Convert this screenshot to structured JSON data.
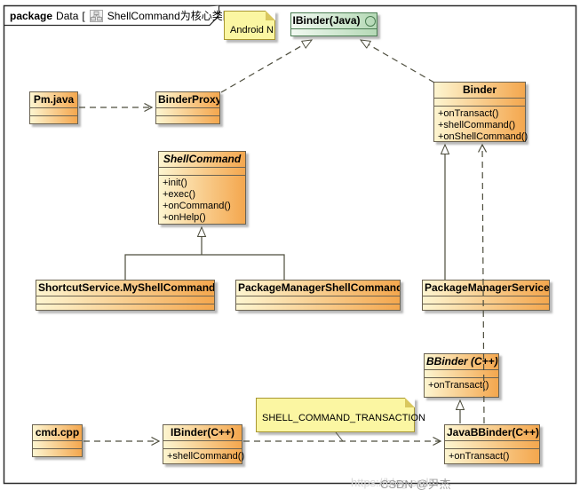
{
  "frame": {
    "keyword": "package",
    "name": "Data",
    "bracket_open": "[",
    "diagram_title": "ShellCommand为核心类图",
    "bracket_close": "]"
  },
  "notes": {
    "android": "Android N",
    "transaction": "SHELL_COMMAND_TRANSACTION"
  },
  "classes": {
    "ibinder_java": {
      "name": "IBinder(Java)"
    },
    "binder": {
      "name": "Binder",
      "methods": [
        "+onTransact()",
        "+shellCommand()",
        "+onShellCommand()"
      ]
    },
    "pm_java": {
      "name": "Pm.java"
    },
    "binder_proxy": {
      "name": "BinderProxy"
    },
    "shell_command": {
      "name": "ShellCommand",
      "methods": [
        "+init()",
        "+exec()",
        "+onCommand()",
        "+onHelp()"
      ]
    },
    "shortcut_myshellcommand": {
      "name": "ShortcutService.MyShellCommand"
    },
    "package_manager_shellcommand": {
      "name": "PackageManagerShellCommand"
    },
    "package_manager_service": {
      "name": "PackageManagerService"
    },
    "bbinder": {
      "name": "BBinder (C++)",
      "methods": [
        "+onTransact()"
      ]
    },
    "cmd_cpp": {
      "name": "cmd.cpp"
    },
    "ibinder_cpp": {
      "name": "IBinder(C++)",
      "methods": [
        "+shellCommand()"
      ]
    },
    "javabbinder": {
      "name": "JavaBBinder(C++)",
      "methods": [
        "+onTransact()"
      ]
    }
  },
  "watermark": {
    "url": "https://blog.csdn",
    "author": "CSDN @尹杰"
  },
  "colors": {
    "class_fill_left": "#fdf5d0",
    "class_fill_right": "#f4a74e",
    "class_border": "#6b6352",
    "interface_fill_left": "#f1f9f1",
    "interface_fill_right": "#b5d9b6",
    "interface_border": "#4a7d52",
    "note_fill": "#fbf6a2",
    "note_border": "#a89732",
    "connector": "#4d4d3d"
  }
}
